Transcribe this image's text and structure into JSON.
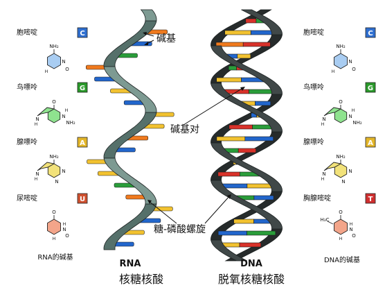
{
  "left": {
    "bases": [
      {
        "name": "胞嘧啶",
        "letter": "C",
        "color": "#2f6fd0",
        "fill": "#a9cdf2"
      },
      {
        "name": "鸟嘌呤",
        "letter": "G",
        "color": "#2a9a2a",
        "fill": "#8fe38f"
      },
      {
        "name": "腺嘌呤",
        "letter": "A",
        "color": "#e3b62a",
        "fill": "#f2e27a"
      },
      {
        "name": "尿嘧啶",
        "letter": "U",
        "color": "#d0512f",
        "fill": "#f3a58a"
      }
    ],
    "caption": "RNA的碱基"
  },
  "right": {
    "bases": [
      {
        "name": "胞嘧啶",
        "letter": "C",
        "color": "#2f6fd0",
        "fill": "#a9cdf2"
      },
      {
        "name": "鸟嘌呤",
        "letter": "G",
        "color": "#2a9a2a",
        "fill": "#8fe38f"
      },
      {
        "name": "腺嘌呤",
        "letter": "A",
        "color": "#e3b62a",
        "fill": "#f2e27a"
      },
      {
        "name": "胸腺嘧啶",
        "letter": "T",
        "color": "#d02f2f",
        "fill": "#f3a58a"
      }
    ],
    "caption": "DNA的碱基"
  },
  "labels": {
    "base": "碱基",
    "base_pair": "碱基对",
    "backbone": "糖-磷酸螺旋"
  },
  "rna": {
    "title": "RNA",
    "subtitle": "核糖核酸"
  },
  "dna": {
    "title": "DNA",
    "subtitle": "脱氧核糖核酸"
  },
  "atoms": {
    "nh2": "NH₂",
    "n": "N",
    "h": "H",
    "o": "O",
    "ch3": "H₃C"
  },
  "colors": {
    "rna_ribbon": "#7d9a92",
    "rna_ribbon_dark": "#55706a",
    "dna_ribbon": "#404848",
    "dna_ribbon_dark": "#262b2b",
    "rung_blue": "#2266cc",
    "rung_green": "#2a9d3a",
    "rung_yellow": "#f2c230",
    "rung_orange": "#f07a1e",
    "rung_red": "#d8322a"
  }
}
